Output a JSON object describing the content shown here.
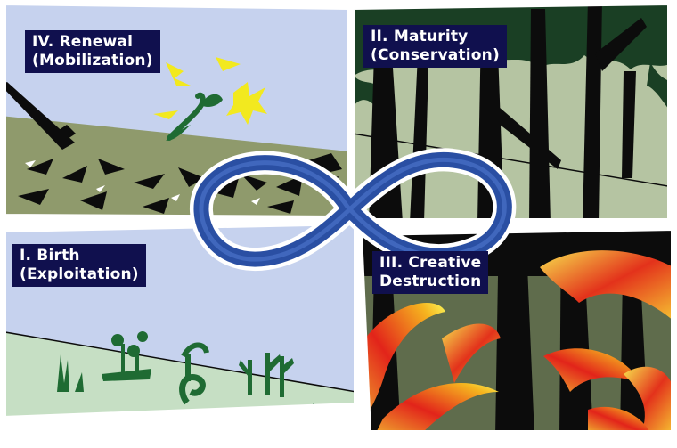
{
  "panels": {
    "renewal": {
      "line1": "IV. Renewal",
      "line2": "(Mobilization)"
    },
    "maturity": {
      "line1": "II. Maturity",
      "line2": "(Conservation)"
    },
    "birth": {
      "line1": "I. Birth",
      "line2": "(Exploitation)"
    },
    "destruction": {
      "line1": "III. Creative",
      "line2": "Destruction"
    }
  },
  "colors": {
    "sky": "#c6d2ee",
    "meadow": "#c6dfc4",
    "scrub": "#8f9a6c",
    "forest-floor": "#b5c4a2",
    "forest-canopy": "#1a3f24",
    "trunk": "#0c0c0c",
    "loop": "#2a4fa3",
    "label-bg": "#10104e",
    "flame-outer": "#f5a019",
    "flame-inner": "#e2241a",
    "flame-tip": "#f9f55a",
    "burst": "#f2e91f"
  },
  "icons": [
    "infinity-loop-icon",
    "sprout-icon",
    "starburst-icon",
    "flower-icon",
    "flame-icon",
    "tree-trunk-icon"
  ]
}
